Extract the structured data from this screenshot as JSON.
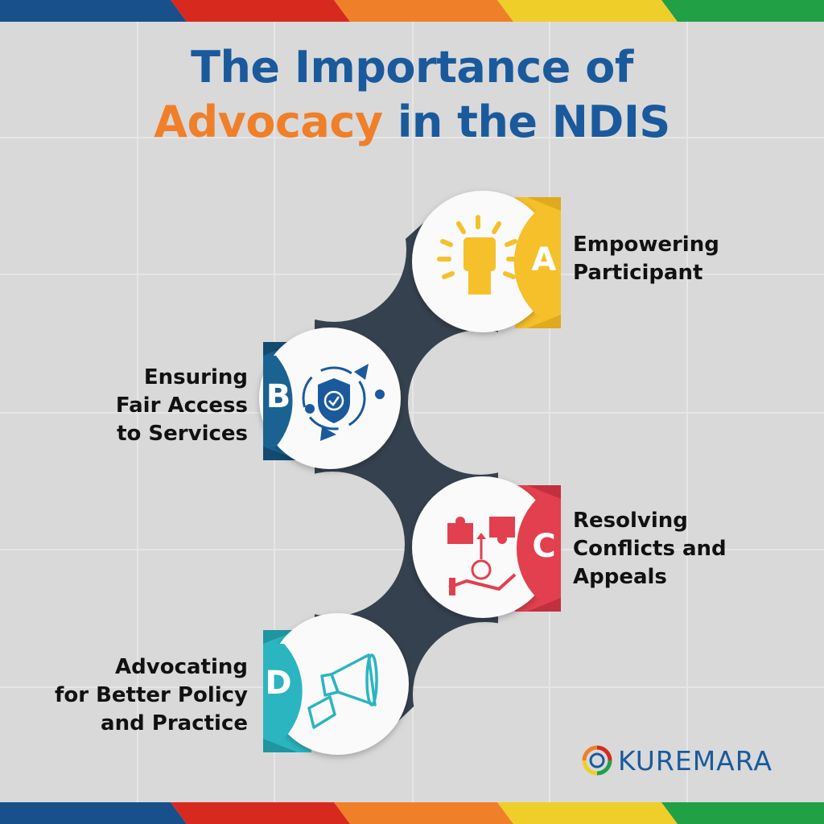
{
  "title": {
    "line1": "The Importance of",
    "highlight": "Advocacy",
    "line2_rest": " in the NDIS"
  },
  "colors": {
    "title_blue": "#1a5a9c",
    "title_orange": "#f07f2a",
    "connector": "#36414f",
    "background": "#d9d9d9",
    "stripes": [
      "#17508a",
      "#d8291e",
      "#f07f2a",
      "#f0ce2a",
      "#22a045"
    ]
  },
  "steps": [
    {
      "letter": "A",
      "label": "Empowering\nParticipant",
      "color": "#f5c02a",
      "icon": "raised-fist-icon"
    },
    {
      "letter": "B",
      "label": "Ensuring\nFair Access\nto Services",
      "color": "#1a6291",
      "icon": "shield-check-cycle-icon"
    },
    {
      "letter": "C",
      "label": "Resolving\nConflicts and\nAppeals",
      "color": "#e2404f",
      "icon": "puzzle-hand-icon"
    },
    {
      "letter": "D",
      "label": "Advocating\nfor Better Policy\nand Practice",
      "color": "#2bb5c0",
      "icon": "megaphone-icon"
    }
  ],
  "brand": {
    "name": "KUREMARA",
    "icon": "swirl-logo-icon"
  }
}
